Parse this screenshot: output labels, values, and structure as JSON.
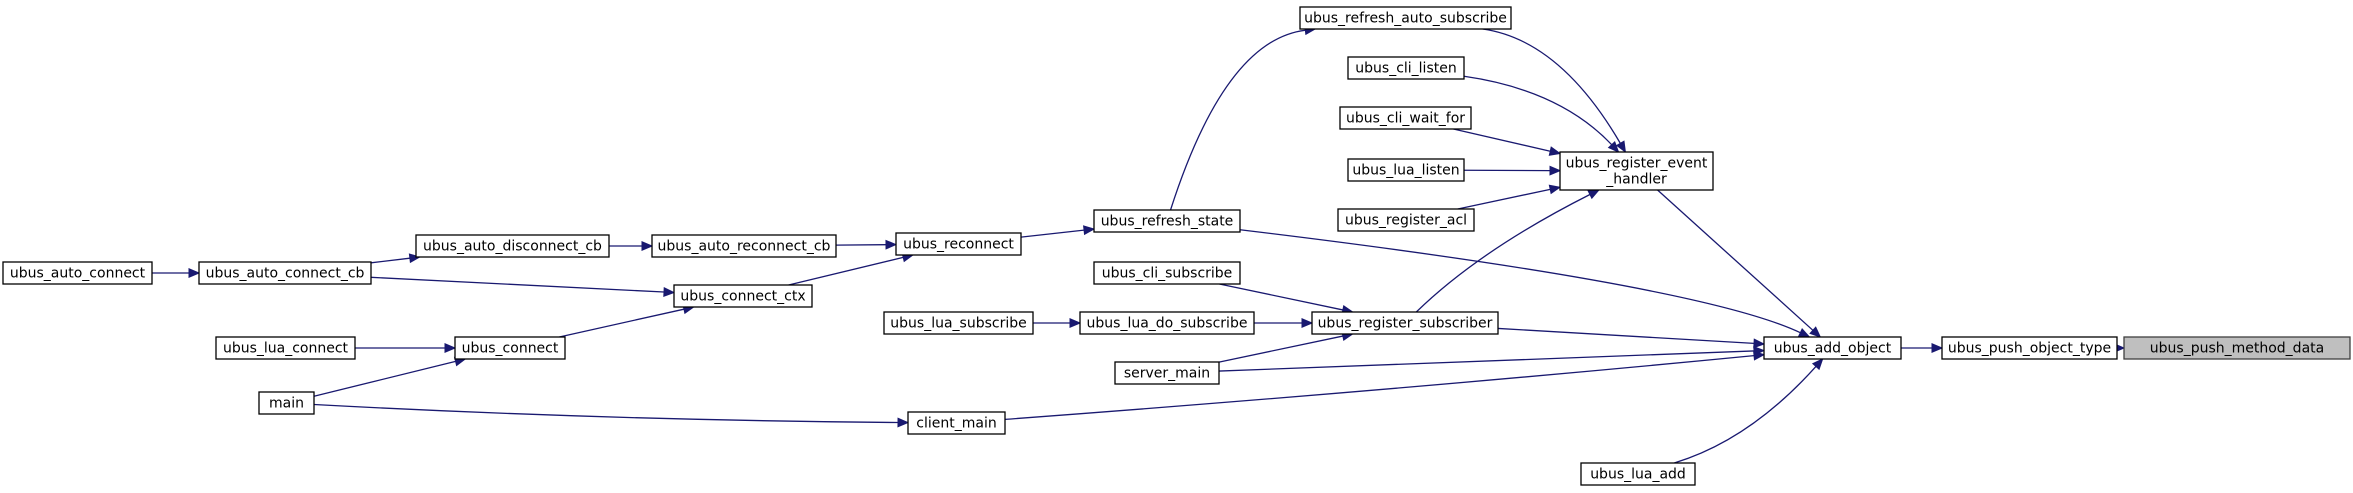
{
  "nodes": [
    {
      "id": "push_method_data",
      "lines": [
        "ubus_push_method_data"
      ],
      "highlight": true
    },
    {
      "id": "push_object_type",
      "lines": [
        "ubus_push_object_type"
      ]
    },
    {
      "id": "add_object",
      "lines": [
        "ubus_add_object"
      ]
    },
    {
      "id": "register_event_handler",
      "lines": [
        "ubus_register_event",
        "_handler"
      ]
    },
    {
      "id": "register_subscriber",
      "lines": [
        "ubus_register_subscriber"
      ]
    },
    {
      "id": "lua_add",
      "lines": [
        "ubus_lua_add"
      ]
    },
    {
      "id": "refresh_state",
      "lines": [
        "ubus_refresh_state"
      ]
    },
    {
      "id": "server_main",
      "lines": [
        "server_main"
      ]
    },
    {
      "id": "client_main",
      "lines": [
        "client_main"
      ]
    },
    {
      "id": "refresh_auto_subscribe",
      "lines": [
        "ubus_refresh_auto_subscribe"
      ]
    },
    {
      "id": "cli_listen",
      "lines": [
        "ubus_cli_listen"
      ]
    },
    {
      "id": "cli_wait_for",
      "lines": [
        "ubus_cli_wait_for"
      ]
    },
    {
      "id": "lua_listen",
      "lines": [
        "ubus_lua_listen"
      ]
    },
    {
      "id": "register_acl",
      "lines": [
        "ubus_register_acl"
      ]
    },
    {
      "id": "cli_subscribe",
      "lines": [
        "ubus_cli_subscribe"
      ]
    },
    {
      "id": "lua_do_subscribe",
      "lines": [
        "ubus_lua_do_subscribe"
      ]
    },
    {
      "id": "lua_subscribe",
      "lines": [
        "ubus_lua_subscribe"
      ]
    },
    {
      "id": "reconnect",
      "lines": [
        "ubus_reconnect"
      ]
    },
    {
      "id": "auto_reconnect_cb",
      "lines": [
        "ubus_auto_reconnect_cb"
      ]
    },
    {
      "id": "auto_disconnect_cb",
      "lines": [
        "ubus_auto_disconnect_cb"
      ]
    },
    {
      "id": "connect_ctx",
      "lines": [
        "ubus_connect_ctx"
      ]
    },
    {
      "id": "auto_connect_cb",
      "lines": [
        "ubus_auto_connect_cb"
      ]
    },
    {
      "id": "auto_connect",
      "lines": [
        "ubus_auto_connect"
      ]
    },
    {
      "id": "connect",
      "lines": [
        "ubus_connect"
      ]
    },
    {
      "id": "lua_connect",
      "lines": [
        "ubus_lua_connect"
      ]
    },
    {
      "id": "main",
      "lines": [
        "main"
      ]
    }
  ],
  "edges": [
    {
      "from": "push_object_type",
      "to": "push_method_data"
    },
    {
      "from": "add_object",
      "to": "push_object_type"
    },
    {
      "from": "register_event_handler",
      "to": "add_object"
    },
    {
      "from": "register_subscriber",
      "to": "add_object"
    },
    {
      "from": "lua_add",
      "to": "add_object"
    },
    {
      "from": "refresh_state",
      "to": "add_object"
    },
    {
      "from": "server_main",
      "to": "add_object"
    },
    {
      "from": "client_main",
      "to": "add_object"
    },
    {
      "from": "refresh_auto_subscribe",
      "to": "register_event_handler"
    },
    {
      "from": "cli_listen",
      "to": "register_event_handler"
    },
    {
      "from": "cli_wait_for",
      "to": "register_event_handler"
    },
    {
      "from": "lua_listen",
      "to": "register_event_handler"
    },
    {
      "from": "register_acl",
      "to": "register_event_handler"
    },
    {
      "from": "register_subscriber",
      "to": "register_event_handler"
    },
    {
      "from": "refresh_state",
      "to": "refresh_auto_subscribe"
    },
    {
      "from": "reconnect",
      "to": "refresh_state"
    },
    {
      "from": "cli_subscribe",
      "to": "register_subscriber"
    },
    {
      "from": "lua_do_subscribe",
      "to": "register_subscriber"
    },
    {
      "from": "server_main",
      "to": "register_subscriber"
    },
    {
      "from": "lua_subscribe",
      "to": "lua_do_subscribe"
    },
    {
      "from": "auto_reconnect_cb",
      "to": "reconnect"
    },
    {
      "from": "connect_ctx",
      "to": "reconnect"
    },
    {
      "from": "auto_disconnect_cb",
      "to": "auto_reconnect_cb"
    },
    {
      "from": "auto_connect_cb",
      "to": "auto_disconnect_cb"
    },
    {
      "from": "auto_connect_cb",
      "to": "connect_ctx"
    },
    {
      "from": "connect",
      "to": "connect_ctx"
    },
    {
      "from": "auto_connect",
      "to": "auto_connect_cb"
    },
    {
      "from": "lua_connect",
      "to": "connect"
    },
    {
      "from": "main",
      "to": "connect"
    },
    {
      "from": "main",
      "to": "client_main"
    }
  ],
  "colors": {
    "edge": "#191970",
    "highlight_fill": "#bfbfbf"
  }
}
